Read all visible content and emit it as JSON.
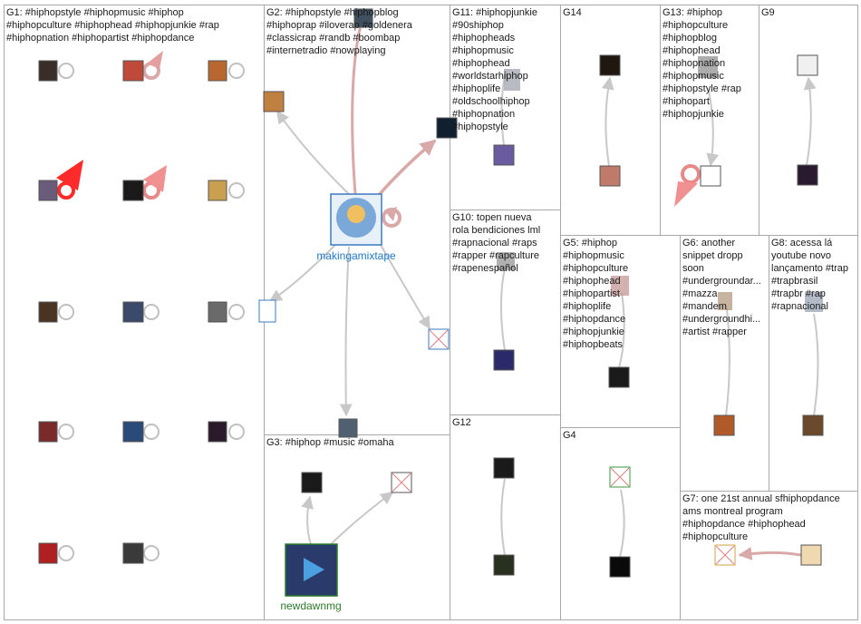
{
  "graph": {
    "groups": [
      {
        "id": "G1",
        "lines": [
          "G1: #hiphopstyle #hiphopmusic #hiphop",
          "#hiphopculture #hiphophead #hiphopjunkie #rap",
          "#hiphopnation #hiphopartist #hiphopdance"
        ]
      },
      {
        "id": "G2",
        "lines": [
          "G2: #hiphopstyle #hiphopblog",
          "#hiphoprap #iloverap #goldenera",
          "#classicrap #randb #boombap",
          "#internetradio #nowplaying"
        ]
      },
      {
        "id": "G11",
        "lines": [
          "G11: #hiphopjunkie",
          "#90shiphop",
          "#hiphopheads",
          "#hiphopmusic",
          "#hiphophead",
          "#worldstarhiphop",
          "#hiphoplife",
          "#oldschoolhiphop",
          "#hiphopnation",
          "#hiphopstyle"
        ]
      },
      {
        "id": "G14",
        "lines": [
          "G14"
        ]
      },
      {
        "id": "G13",
        "lines": [
          "G13: #hiphop",
          "#hiphopculture",
          "#hiphopblog",
          "#hiphophead",
          "#hiphopnation",
          "#hiphopmusic",
          "#hiphopstyle #rap",
          "#hiphopart",
          "#hiphopjunkie"
        ]
      },
      {
        "id": "G9",
        "lines": [
          "G9"
        ]
      },
      {
        "id": "G10",
        "lines": [
          "G10: topen nueva",
          "rola bendiciones lml",
          "#rapnacional #raps",
          "#rapper #rapculture",
          "#rapenespañol"
        ]
      },
      {
        "id": "G5",
        "lines": [
          "G5: #hiphop",
          "#hiphopmusic",
          "#hiphopculture",
          "#hiphophead",
          "#hiphopartist",
          "#hiphoplife",
          "#hiphopdance",
          "#hiphopjunkie",
          "#hiphopbeats"
        ]
      },
      {
        "id": "G6",
        "lines": [
          "G6: another",
          "snippet dropp",
          "soon",
          "#undergroundar...",
          "#mazza",
          "#mandem",
          "#undergroundhi...",
          "#artist #rapper"
        ]
      },
      {
        "id": "G8",
        "lines": [
          "G8: acessa lá",
          "youtube novo",
          "lançamento #trap",
          "#trapbrasil",
          "#trapbr #rap",
          "#rapnacional"
        ]
      },
      {
        "id": "G3",
        "lines": [
          "G3: #hiphop #music #omaha"
        ]
      },
      {
        "id": "G12",
        "lines": [
          "G12"
        ]
      },
      {
        "id": "G4",
        "lines": [
          "G4"
        ]
      },
      {
        "id": "G7",
        "lines": [
          "G7: one 21st annual sfhiphopdance",
          "ams montreal program",
          "#hiphopdance #hiphophead",
          "#hiphopculture"
        ]
      }
    ],
    "hub_labels": {
      "makingamixtape": "makingamixtape",
      "newdawnmg": "newdawnmg"
    }
  },
  "colors": {
    "border": "#a8a8a8",
    "edge": "#c8c8c8",
    "edge_highlight": "#d9a8a8",
    "selfloop": "#c0c0c0",
    "selfloop_red": "#ff2a2a",
    "hub_label_blue": "#1f78c8",
    "hub_label_green": "#2b7a2b"
  }
}
